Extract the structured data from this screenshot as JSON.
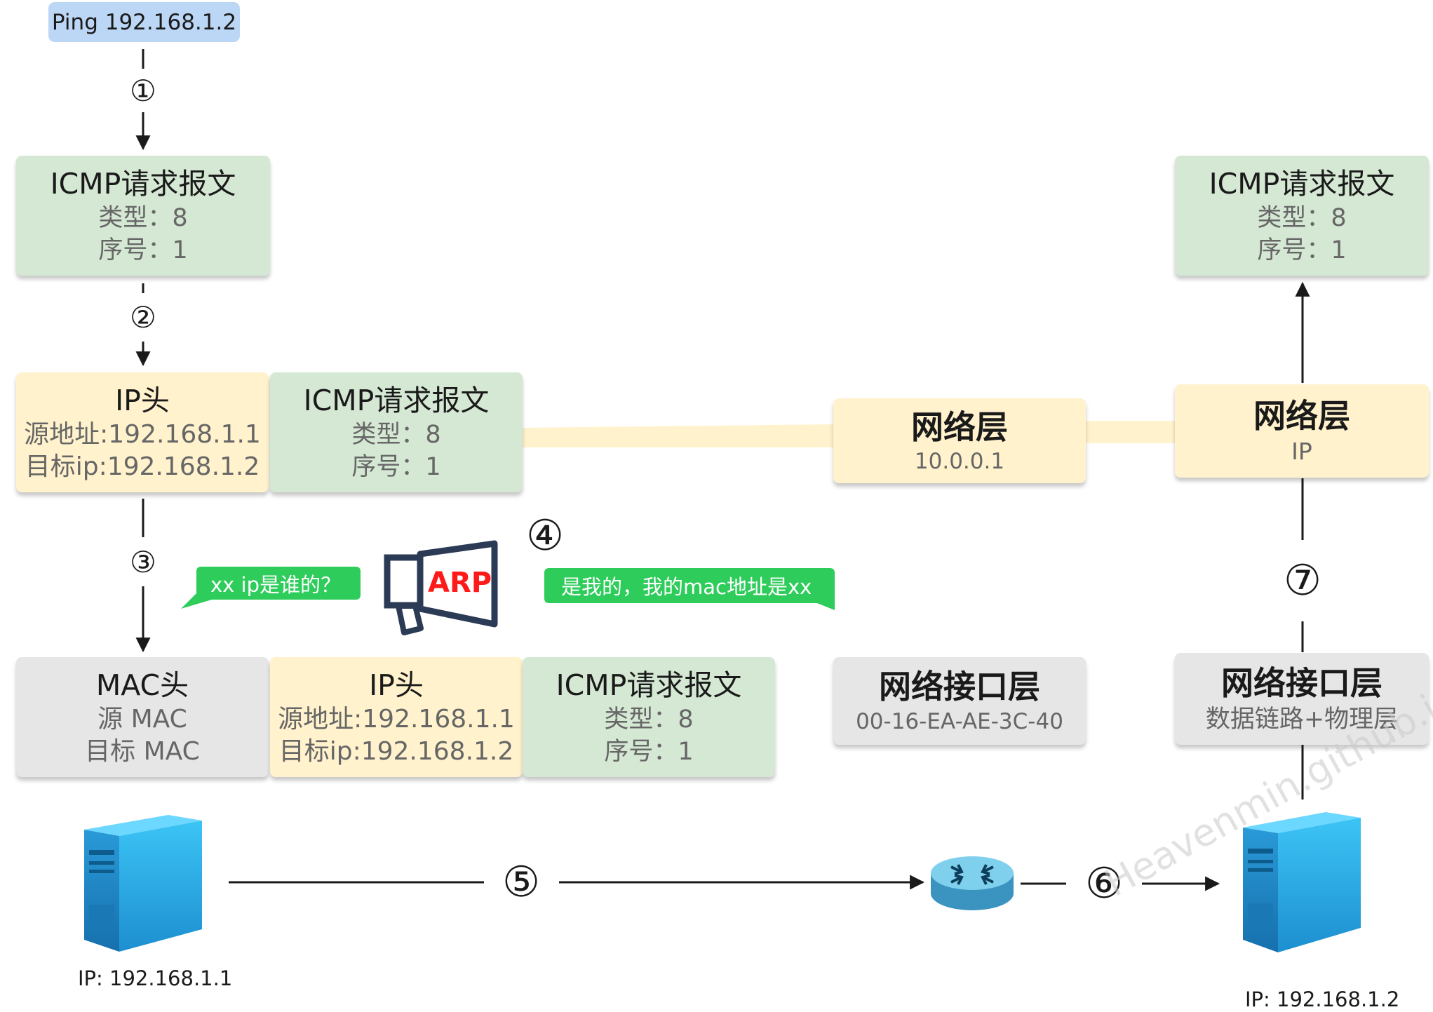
{
  "ping_label": "Ping 192.168.1.2",
  "icmp": {
    "title": "ICMP请求报文",
    "type_line": "类型：8",
    "seq_line": "序号：1"
  },
  "ip_header": {
    "title": "IP头",
    "src": "源地址:192.168.1.1",
    "dst": "目标ip:192.168.1.2"
  },
  "mac_header": {
    "title": "MAC头",
    "src": "源 MAC",
    "dst": "目标 MAC"
  },
  "router_network_layer": {
    "title": "网络层",
    "sub": "10.0.0.1"
  },
  "router_link_layer": {
    "title": "网络接口层",
    "sub": "00-16-EA-AE-3C-40"
  },
  "dest_network_layer": {
    "title": "网络层",
    "sub": "IP"
  },
  "dest_link_layer": {
    "title": "网络接口层",
    "sub": "数据链路+物理层"
  },
  "steps": [
    "①",
    "②",
    "③",
    "④",
    "⑤",
    "⑥",
    "⑦"
  ],
  "arp_label": "ARP",
  "bubble_question": "xx ip是谁的？",
  "bubble_answer": "是我的，我的mac地址是xx",
  "host_src_ip": "IP: 192.168.1.1",
  "host_dst_ip": "IP: 192.168.1.2",
  "watermark": "Heavenmin.github.io",
  "colors": {
    "green_box": "#d5e8d4",
    "yellow_box": "#fff2cc",
    "gray_box": "#e6e6e6",
    "ping_box": "#bcd6f5",
    "bubble": "#2ecc5a",
    "arp_text": "#ff1a1a",
    "server_blue": "#29a8e0",
    "router_blue": "#5bb8dc"
  }
}
